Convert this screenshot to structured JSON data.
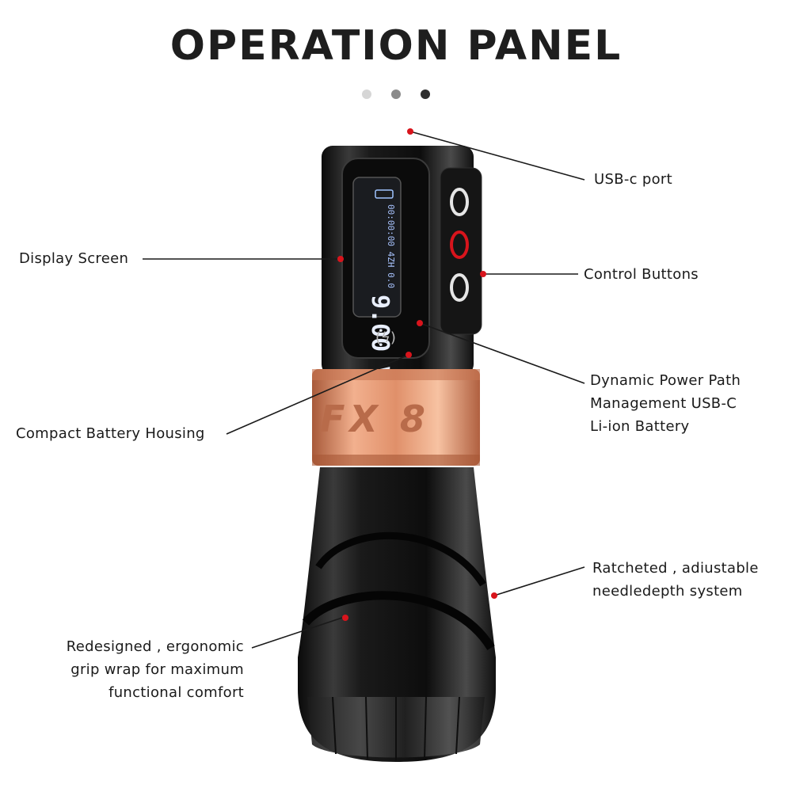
{
  "title": "OPERATION PANEL",
  "dots": [
    "#d6d6d6",
    "#8a8a8a",
    "#2f2f2f"
  ],
  "accent": "#d8141c",
  "labels": {
    "usb_port": "USB-c port",
    "display_screen": "Display Screen",
    "control_buttons": "Control Buttons",
    "power_path": [
      "Dynamic Power Path",
      "Management USB-C",
      "Li-ion Battery"
    ],
    "battery_housing": "Compact Battery Housing",
    "needle_depth": [
      "Ratcheted , adiustable",
      "needledepth system"
    ],
    "grip_wrap": [
      "Redesigned , ergonomic",
      "grip wrap for maximum",
      "functional comfort"
    ]
  },
  "screen": {
    "voltage": "9.00 V",
    "info": "00:00:00 4ZH 0.0"
  },
  "ring_engraving": "FX 8"
}
